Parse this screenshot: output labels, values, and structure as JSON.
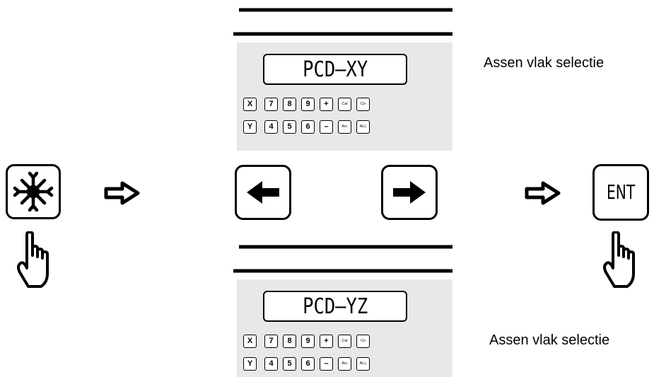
{
  "panels": [
    {
      "display": "PCD–XY",
      "caption": "Assen vlak selectie",
      "keys_row1": [
        "X",
        "7",
        "8",
        "9",
        "+",
        "Cal",
        "Cn"
      ],
      "keys_row2": [
        "Y",
        "4",
        "5",
        "6",
        "–",
        "Arc",
        "ALL"
      ]
    },
    {
      "display": "PCD–YZ",
      "caption": "Assen vlak selectie",
      "keys_row1": [
        "X",
        "7",
        "8",
        "9",
        "+",
        "Cal",
        "Cn"
      ],
      "keys_row2": [
        "Y",
        "4",
        "5",
        "6",
        "–",
        "Arc",
        "ALL"
      ]
    }
  ],
  "enter_key_label": "ENT"
}
